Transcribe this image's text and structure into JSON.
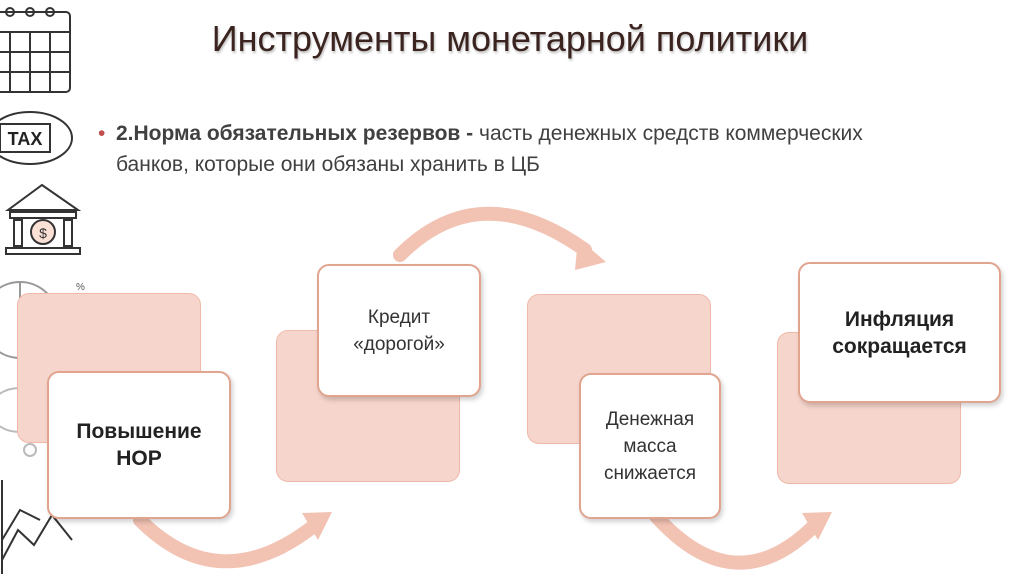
{
  "slide": {
    "title": "Инструменты монетарной политики",
    "bullet": {
      "term": "2.Норма обязательных резервов -",
      "text": " часть денежных средств коммерческих банков, которые они обязаны хранить в ЦБ"
    },
    "steps": [
      {
        "label": "Повышение НОР",
        "bold": true
      },
      {
        "label": "Кредит «дорогой»",
        "bold": false
      },
      {
        "label": "Денежная масса снижается",
        "bold": false
      },
      {
        "label": "Инфляция сокращается",
        "bold": true
      }
    ],
    "decor": {
      "tax_badge": "TAX",
      "coin_symbol": "$",
      "percent_symbol": "%"
    },
    "colors": {
      "accent": "#c0504d",
      "box_fill": "#f6d5cc",
      "box_border": "#e0a48f",
      "arrow": "#f2c2b3"
    }
  }
}
